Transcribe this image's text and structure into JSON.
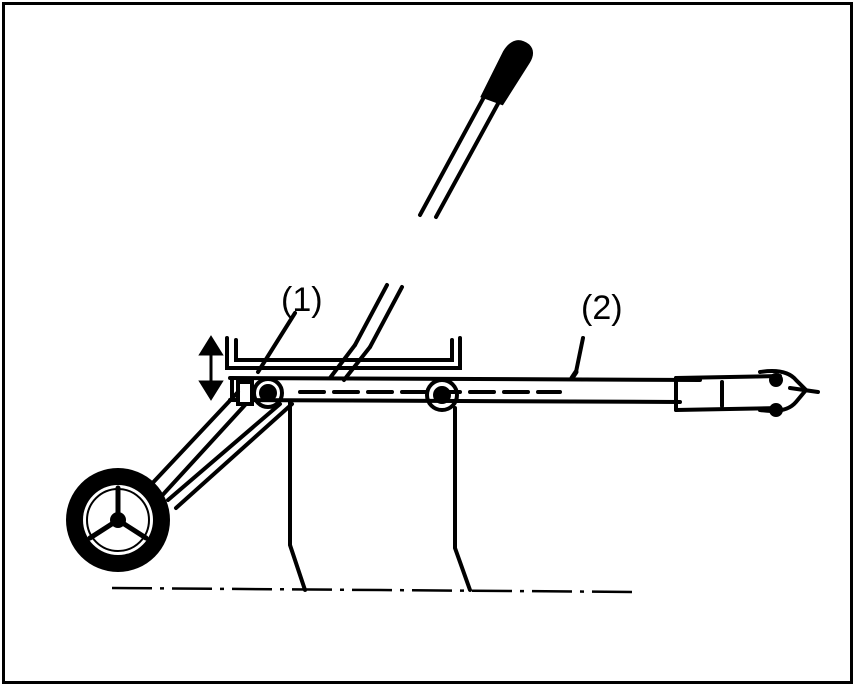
{
  "diagram": {
    "callouts": [
      {
        "id": "1",
        "label": "(1)"
      },
      {
        "id": "2",
        "label": "(2)"
      }
    ],
    "stroke_color": "#000000",
    "background_color": "#ffffff"
  }
}
